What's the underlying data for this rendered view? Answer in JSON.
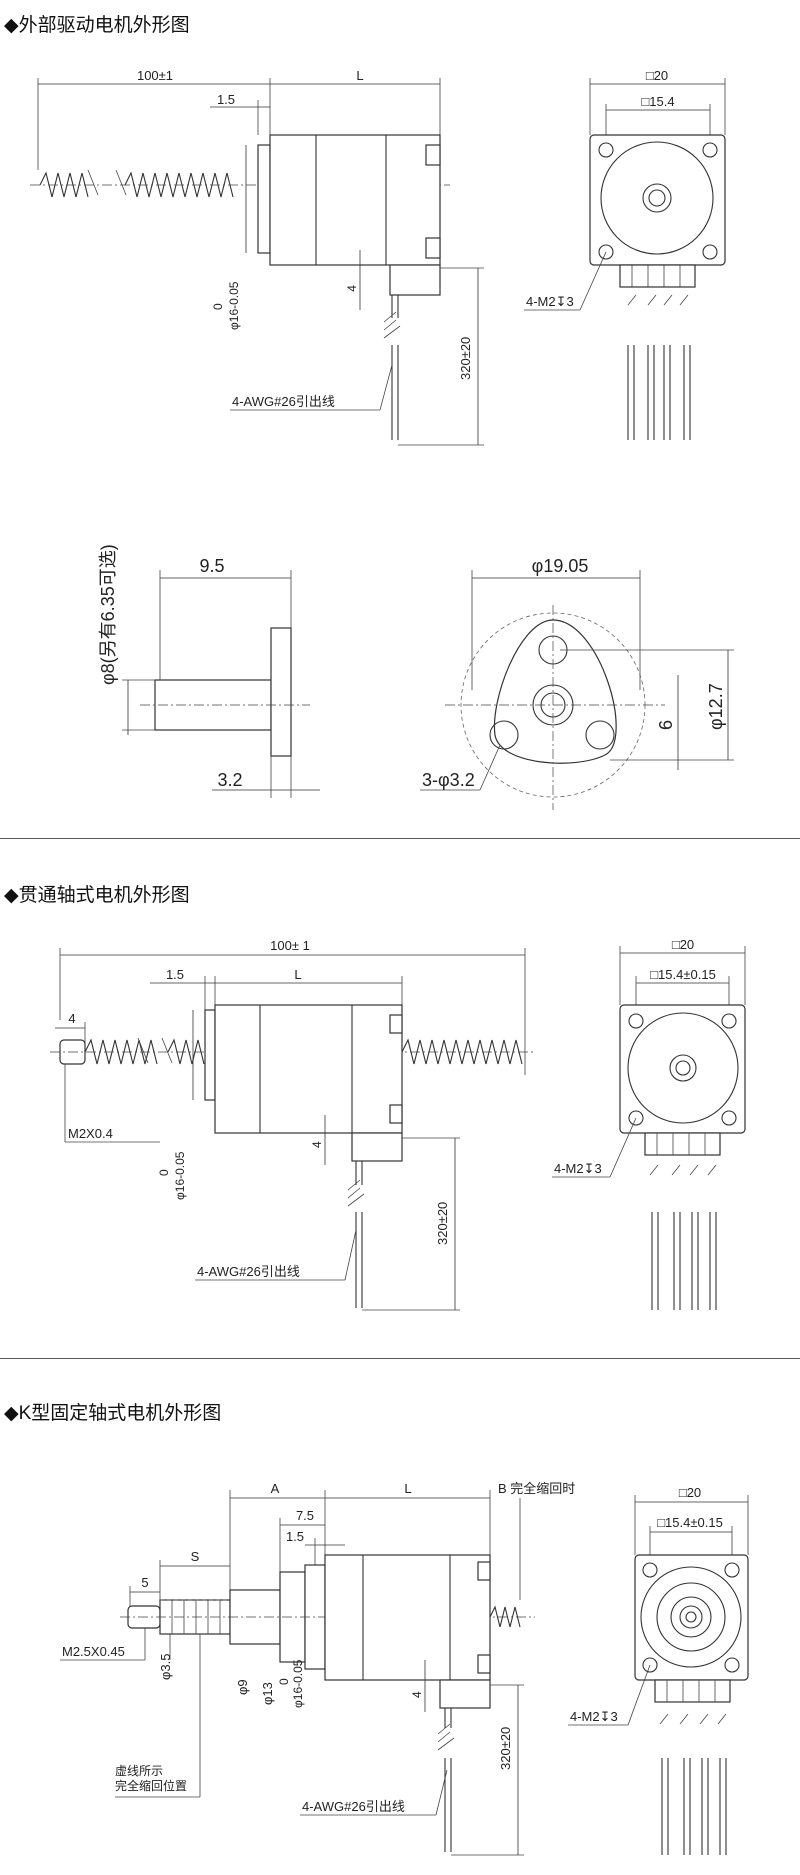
{
  "sections": [
    {
      "title": "◆外部驱动电机外形图",
      "dims": {
        "length_total": "100±1",
        "shaft_offset": "1.5",
        "body_length": "L",
        "boss_dia_label": "0",
        "boss_dia_value": "φ16-0.05",
        "wire_len": "320±20",
        "wire_offset": "4",
        "wire_note": "4-AWG#26引出线",
        "square_outer": "□20",
        "square_inner": "□15.4",
        "screw_holes": "4-M2↧3",
        "nut_dia": "φ8(另有6.35可选)",
        "nut_length": "9.5",
        "flange_thickness": "3.2",
        "flange_width": "φ19.05",
        "flange_height": "φ12.7",
        "hole_offset": "6",
        "flange_holes": "3-φ3.2"
      }
    },
    {
      "title": "◆贯通轴式电机外形图",
      "dims": {
        "length_total": "100± 1",
        "shaft_offset": "1.5",
        "body_length": "L",
        "end_length": "4",
        "thread": "M2X0.4",
        "boss_dia_label": "0",
        "boss_dia_value": "φ16-0.05",
        "wire_offset": "4",
        "wire_len": "320±20",
        "wire_note": "4-AWG#26引出线",
        "square_outer": "□20",
        "square_inner": "□15.4±0.15",
        "screw_holes": "4-M2↧3"
      }
    },
    {
      "title": "◆K型固定轴式电机外形图",
      "dims": {
        "dim_a": "A",
        "body_length": "L",
        "retract_note": "B 完全缩回时",
        "dim_75": "7.5",
        "dim_15": "1.5",
        "dim_s": "S",
        "dim_5": "5",
        "thread": "M2.5X0.45",
        "dia_35": "φ3.5",
        "dia_9": "φ9",
        "dia_13": "φ13",
        "boss_dia_label": "0",
        "boss_dia_value": "φ16-0.05",
        "wire_offset": "4",
        "wire_len": "320±20",
        "wire_note": "4-AWG#26引出线",
        "dashed_note_1": "虚线所示",
        "dashed_note_2": "完全缩回位置",
        "square_outer": "□20",
        "square_inner": "□15.4±0.15",
        "screw_holes": "4-M2↧3"
      }
    }
  ]
}
